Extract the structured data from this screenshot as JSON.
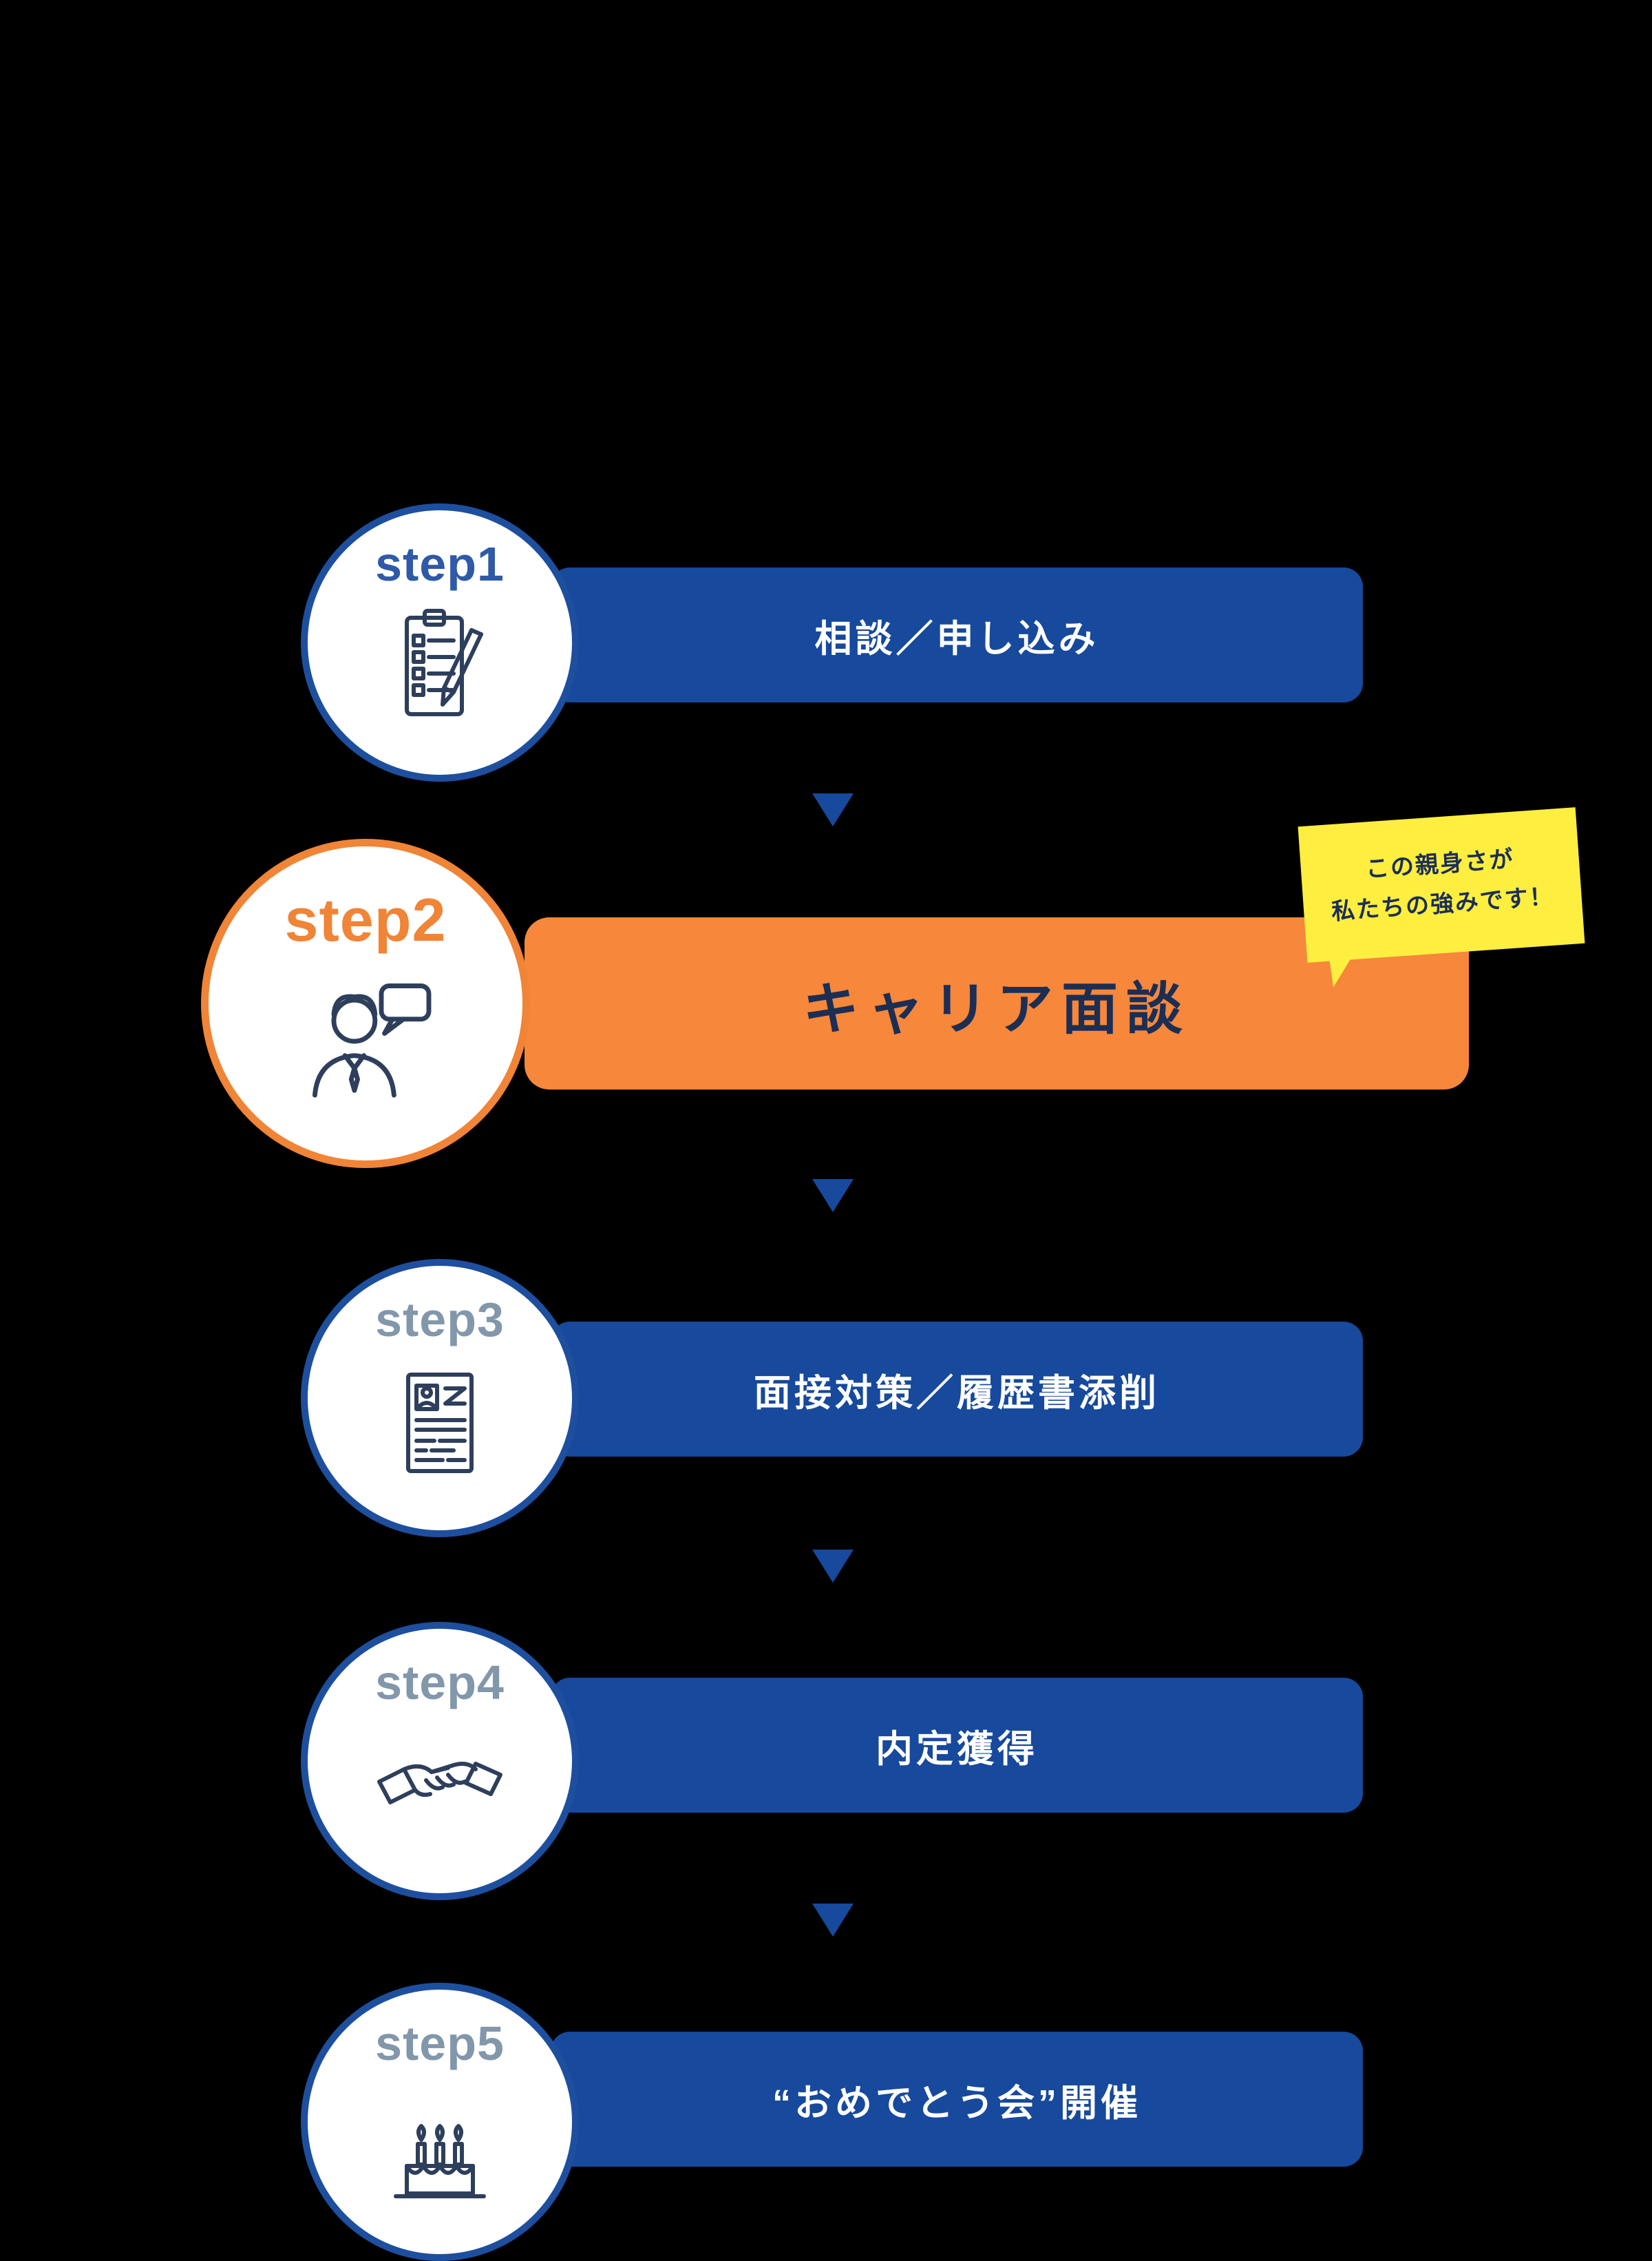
{
  "colors": {
    "background": "#000000",
    "bar_blue": "#17499c",
    "bar_orange": "#f6873b",
    "callout_yellow": "#fdee3f",
    "navy_text": "#1c2e54",
    "step_label_blue": "#2e5aa7",
    "step_label_orange": "#f08437",
    "step_label_gray": "#8397ab",
    "white": "#ffffff"
  },
  "steps": [
    {
      "label": "step1",
      "bar_text": "相談／申し込み",
      "icon": "clipboard-checklist-icon"
    },
    {
      "label": "step2",
      "bar_text": "キャリア面談",
      "icon": "counselor-speech-icon"
    },
    {
      "label": "step3",
      "bar_text": "面接対策／履歴書添削",
      "icon": "resume-document-icon"
    },
    {
      "label": "step4",
      "bar_text": "内定獲得",
      "icon": "handshake-icon"
    },
    {
      "label": "step5",
      "bar_text": "“おめでとう会”開催",
      "icon": "birthday-cake-icon"
    }
  ],
  "callout": {
    "line1": "この親身さが",
    "line2": "私たちの強みです！"
  }
}
